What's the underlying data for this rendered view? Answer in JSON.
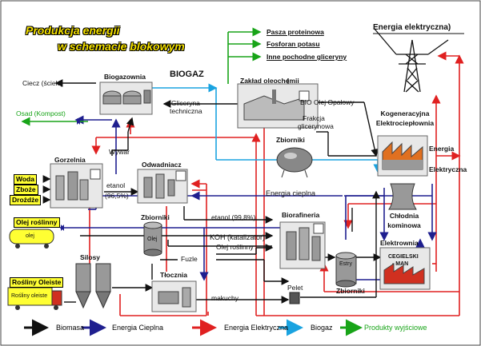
{
  "title": {
    "line1": "Produkcja energii",
    "line2": "w schemacie blokowym"
  },
  "energia_elektryczna_title": "Energia elektryczna)",
  "nodes": {
    "biogazownia": "Biogazownia",
    "biogaz": "BIOGAZ",
    "zaklad": "Zakład oleochemii",
    "gorzelnia": "Gorzelnia",
    "odwadniacz": "Odwadniacz",
    "zbiorniki1": "Zbiorniki",
    "zbiorniki2": "Zbiorniki",
    "zbiorniki3": "Zbiorniki",
    "biorafineria": "Biorafineria",
    "kogeneracja1": "Kogeneracyjna",
    "kogeneracja2": "Elektrociepłownia",
    "chlodnia1": "Chłodnia",
    "chlodnia2": "kominowa",
    "elektrownia": "Elektrownia",
    "silosy": "Silosy",
    "tlocznia": "Tłocznia",
    "pelet": "Pelet",
    "estry": "Estry",
    "olej_tank": "Olej",
    "cegielski1": "CEGIELSKI",
    "cegielski2": "- MAN"
  },
  "products": [
    "Pasza proteinowa",
    "Fosforan potasu",
    "Inne pochodne gliceryny"
  ],
  "labels": {
    "ciecz": "Ciecz (ścieki)",
    "osad": "Osad (Kompost)",
    "gliceryna1": "Gliceryna",
    "gliceryna2": "techniczna",
    "bio_olej": "BIO Olej Opałowy",
    "frakcja1": "Frakcja",
    "frakcja2": "glicerynowa",
    "wywar": "Wywar",
    "etanol1": "etanol",
    "etanol2": "(96,5%)",
    "etanol998": "etanol (99,8%)",
    "energia_cieplna": "Energia cieplna",
    "koh": "KOH (katalizator)",
    "olej_roslinny": "Olej roślinny",
    "fuzle": "Fuzle",
    "makuchy": "makuchy",
    "energia1": "Energia",
    "energia2": "Elektryczna"
  },
  "inputs": {
    "woda": "Woda",
    "zboze": "Zboże",
    "drozdze": "Drożdże",
    "olej_roslinny": "Olej roślinny",
    "olej_small": "olej",
    "rosliny_oleiste": "Rośliny Oleiste",
    "rosliny_oleiste_small": "Rośliny oleiste"
  },
  "legend": [
    {
      "label": "Biomasa",
      "color": "#111111"
    },
    {
      "label": "Energia Cieplna",
      "color": "#1f1f8f"
    },
    {
      "label": "Energia Elektryczna",
      "color": "#e02020"
    },
    {
      "label": "Biogaz",
      "color": "#1aa3e0"
    },
    {
      "label": "Produkty wyjściowe",
      "color": "#18a418"
    }
  ],
  "colors": {
    "black": "#111111",
    "blue": "#1f1f8f",
    "red": "#e02020",
    "cyan": "#1aa3e0",
    "green": "#18a418",
    "yellow": "#ffff33",
    "title_yellow": "#f5e100"
  }
}
